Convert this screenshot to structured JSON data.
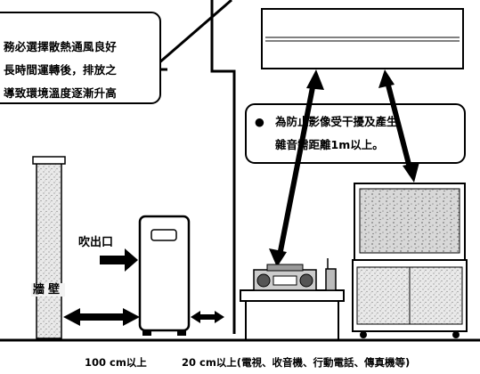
{
  "notice": {
    "lines": [
      "務必選擇散熱通風良好",
      "長時間運轉後，排放之",
      "導致環境溫度逐漸升高"
    ]
  },
  "warning": {
    "bullet": "●",
    "line1": "為防止影像受干擾及產生",
    "line2": "雜音需距離1m以上。"
  },
  "labels": {
    "blow_out": "吹出口",
    "wall": "牆壁"
  },
  "distances": {
    "wall_gap": "100 cm以上",
    "device_gap": "20 cm以上(電視、收音機、行動電話、傳真機等)"
  }
}
